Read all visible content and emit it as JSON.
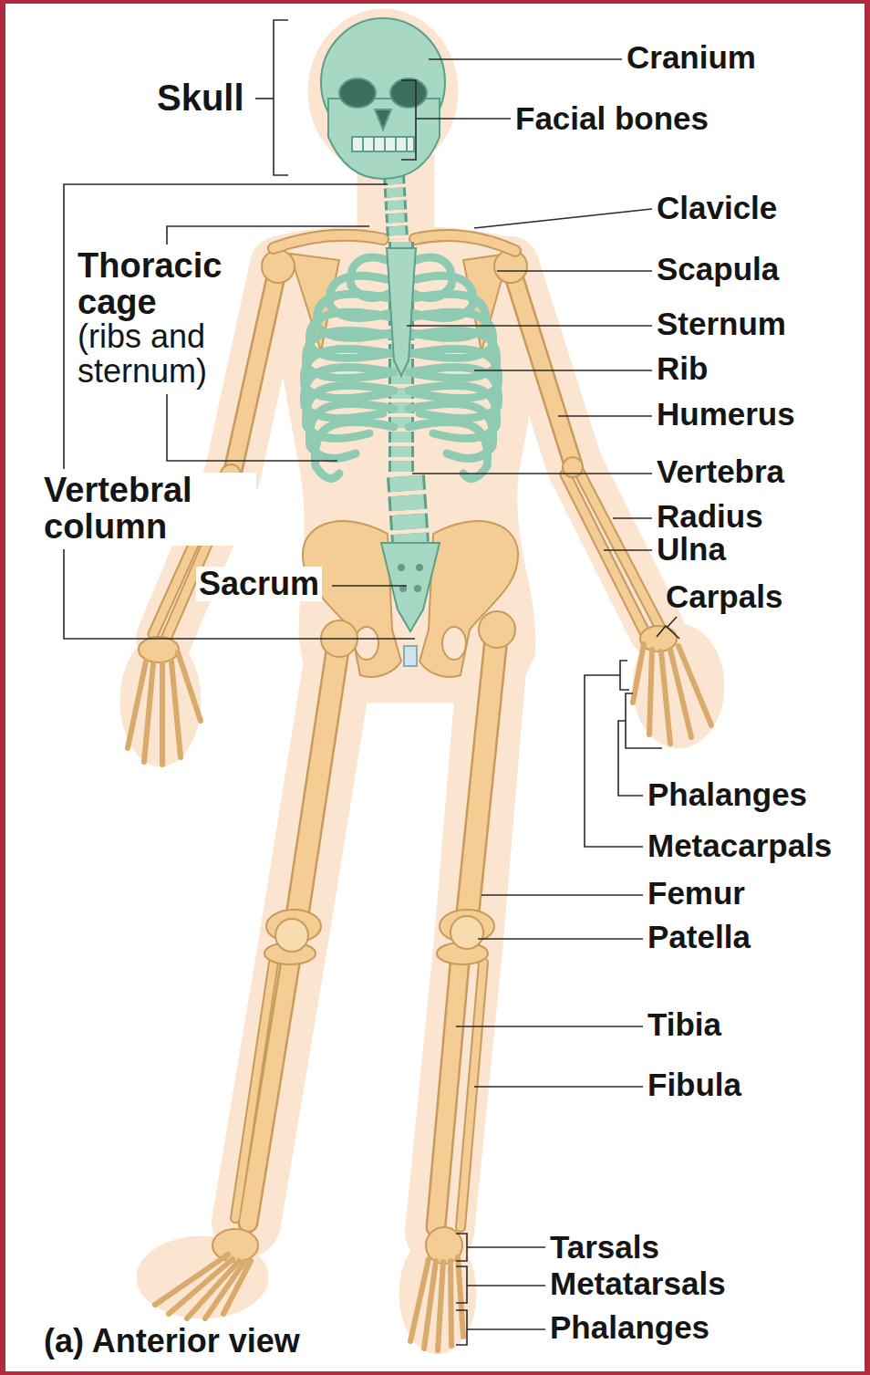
{
  "diagram": {
    "caption": "(a) Anterior view",
    "labels": [
      "Skull",
      "Cranium",
      "Facial bones",
      "Clavicle",
      "Thoracic cage",
      "(ribs and sternum)",
      "Scapula",
      "Sternum",
      "Rib",
      "Humerus",
      "Vertebra",
      "Vertebral column",
      "Radius",
      "Ulna",
      "Sacrum",
      "Carpals",
      "Phalanges",
      "Metacarpals",
      "Femur",
      "Patella",
      "Tibia",
      "Fibula",
      "Tarsals",
      "Metatarsals",
      "Phalanges"
    ]
  }
}
